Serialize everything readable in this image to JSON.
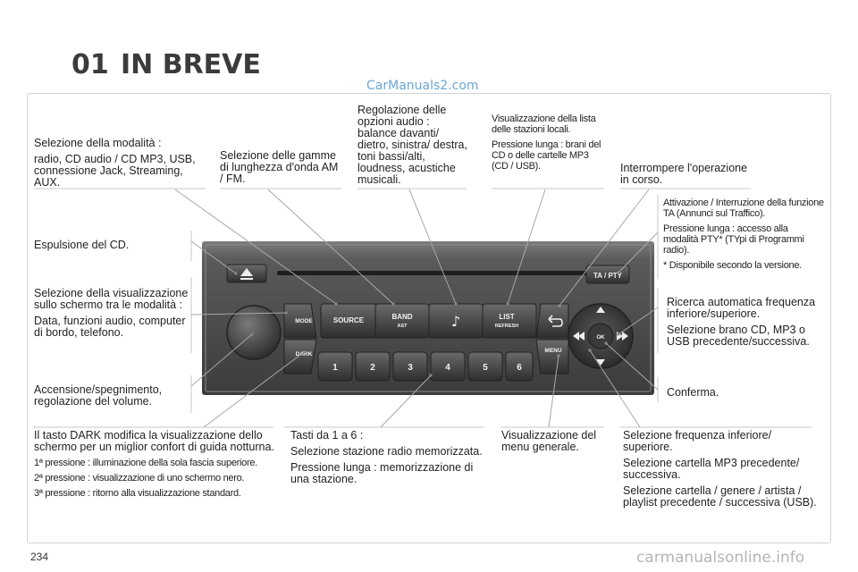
{
  "header": {
    "chapter_number": "01",
    "chapter_title": "IN BREVE",
    "watermark": "CarManuals2.com"
  },
  "footer": {
    "page_number": "234",
    "watermark": "carmanualsonline.info"
  },
  "radio": {
    "buttons": {
      "source": "SOURCE",
      "band": "BAND",
      "band_sub": "AST",
      "list": "LIST",
      "list_sub": "REFRESH",
      "ta_pty": "TA / PTY",
      "mode": "MODE",
      "dark": "DARK",
      "menu": "MENU",
      "ok": "OK",
      "presets": [
        "1",
        "2",
        "3",
        "4",
        "5",
        "6"
      ]
    }
  },
  "callouts": {
    "mode": {
      "title": "Selezione della modalità :",
      "body": "radio, CD audio / CD MP3, USB, connessione Jack, Streaming, AUX."
    },
    "band": {
      "body": "Selezione delle gamme di lunghezza d'onda AM / FM."
    },
    "audio": {
      "body": "Regolazione delle opzioni audio : balance davanti/ dietro, sinistra/ destra, toni bassi/alti, loudness, acustiche musicali."
    },
    "list": {
      "p1": "Visualizzazione della lista delle stazioni locali.",
      "p2": "Pressione lunga : brani del CD o delle cartelle MP3 (CD / USB)."
    },
    "back": {
      "body": "Interrompere l'operazione in corso."
    },
    "ta": {
      "p1": "Attivazione / Interruzione della funzione TA (Annunci sul Traffico).",
      "p2": "Pressione lunga : accesso alla modalità PTY* (TYpi di Programmi radio).",
      "p3": "* Disponibile secondo la versione."
    },
    "eject": {
      "body": "Espulsione del CD."
    },
    "display": {
      "p1": "Selezione della visualizzazione sullo schermo tra le modalità :",
      "p2": "Data, funzioni audio, computer di bordo, telefono."
    },
    "search": {
      "p1": "Ricerca automatica frequenza inferiore/superiore.",
      "p2": "Selezione brano CD, MP3 o USB precedente/successiva."
    },
    "power": {
      "body": "Accensione/spegnimento, regolazione del volume."
    },
    "ok": {
      "body": "Conferma."
    },
    "dark": {
      "p1": "Il tasto DARK modifica la visualizzazione dello schermo per un miglior confort di guida notturna.",
      "p2": "1ª pressione : illuminazione della sola fascia superiore.",
      "p3": "2ª pressione : visualizzazione di uno schermo nero.",
      "p4": "3ª pressione : ritorno alla visualizzazione standard."
    },
    "presets": {
      "p1": "Tasti da 1 a 6 :",
      "p2": "Selezione stazione radio memorizzata.",
      "p3": "Pressione lunga : memorizzazione di una stazione."
    },
    "menu": {
      "body": "Visualizzazione del menu generale."
    },
    "freq": {
      "p1": "Selezione frequenza inferiore/ superiore.",
      "p2": "Selezione cartella MP3 precedente/ successiva.",
      "p3": "Selezione cartella / genere / artista / playlist precedente / successiva (USB)."
    }
  }
}
